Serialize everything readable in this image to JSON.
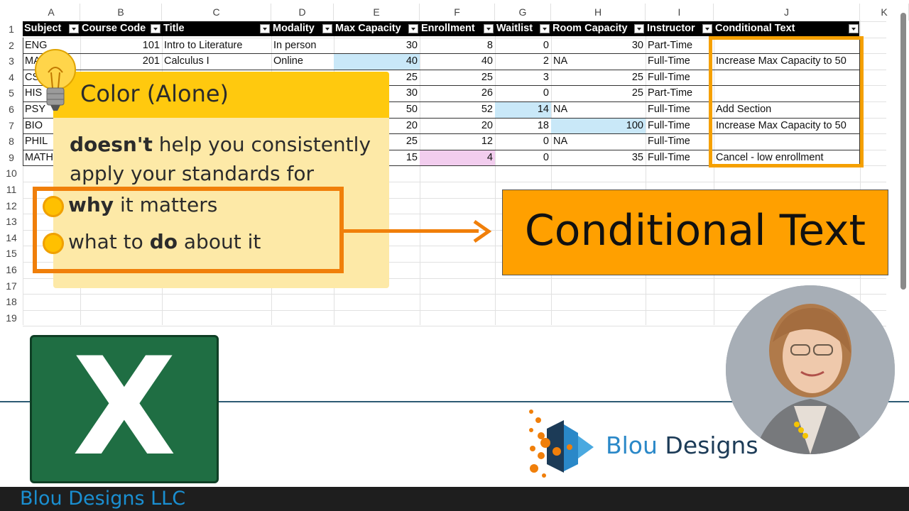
{
  "sheet": {
    "columns": [
      "A",
      "B",
      "C",
      "D",
      "E",
      "F",
      "G",
      "H",
      "I",
      "J",
      "K"
    ],
    "rows": [
      "1",
      "2",
      "3",
      "4",
      "5",
      "6",
      "7",
      "8",
      "9",
      "10",
      "11",
      "12",
      "13",
      "14",
      "15",
      "16",
      "17",
      "18",
      "19"
    ],
    "headers": [
      "Subject",
      "Course Code",
      "Title",
      "Modality",
      "Max Capacity",
      "Enrollment",
      "Waitlist",
      "Room Capacity",
      "Instructor",
      "Conditional Text"
    ],
    "data": [
      [
        "ENG",
        "101",
        "Intro to Literature",
        "In person",
        "30",
        "8",
        "0",
        "30",
        "Part-Time",
        ""
      ],
      [
        "MA",
        "201",
        "Calculus I",
        "Online",
        "40",
        "40",
        "2",
        "NA",
        "Full-Time",
        "Increase Max Capacity to 50"
      ],
      [
        "CS",
        "",
        "",
        "",
        "25",
        "25",
        "3",
        "25",
        "Full-Time",
        ""
      ],
      [
        "HIS",
        "",
        "",
        "",
        "30",
        "26",
        "0",
        "25",
        "Part-Time",
        ""
      ],
      [
        "PSY",
        "",
        "",
        "",
        "50",
        "52",
        "14",
        "NA",
        "Full-Time",
        "Add Section"
      ],
      [
        "BIO",
        "",
        "",
        "",
        "20",
        "20",
        "18",
        "100",
        "Full-Time",
        "Increase Max Capacity to 50"
      ],
      [
        "PHIL",
        "",
        "",
        "",
        "25",
        "12",
        "0",
        "NA",
        "Full-Time",
        ""
      ],
      [
        "MATH",
        "",
        "",
        "",
        "15",
        "4",
        "0",
        "35",
        "Full-Time",
        "Cancel - low enrollment"
      ]
    ],
    "highlight_blue": "#c9e8f8",
    "highlight_pink": "#f2cdee"
  },
  "callout": {
    "title": "Color (Alone)",
    "body_bold": "doesn't",
    "body_rest": " help you consistently apply your standards for",
    "bullet1_bold": "why",
    "bullet1_rest": " it matters",
    "bullet2_pre": "what to ",
    "bullet2_bold": "do",
    "bullet2_rest": " about it",
    "accent_color": "#f07f0a",
    "title_bg": "#ffc90e",
    "body_bg": "#fde9a7"
  },
  "conditional_box": {
    "label": "Conditional Text",
    "bg": "#ffa000"
  },
  "excel_logo": {
    "letter": "X",
    "bg": "#1f6e43"
  },
  "brand": {
    "part1": "Blou",
    "part2": " Designs"
  },
  "footer": {
    "label": "Blou Designs LLC",
    "color": "#1a8fd1"
  }
}
